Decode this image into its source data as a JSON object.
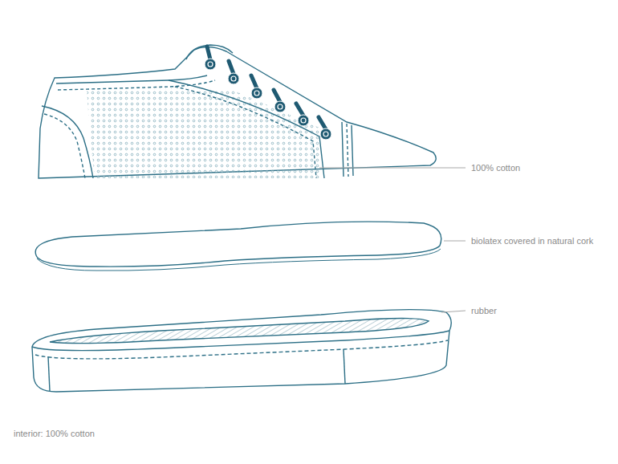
{
  "diagram": {
    "labels": [
      "100% cotton",
      "biolatex covered in natural cork",
      "rubber",
      "interior: 100% cotton"
    ]
  }
}
